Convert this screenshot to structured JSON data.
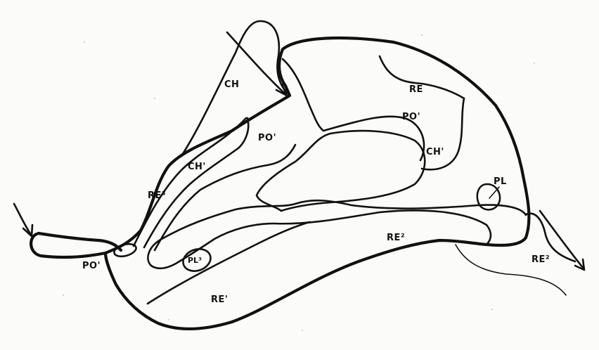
{
  "diagram": {
    "labels": {
      "ch_top": "CH",
      "re_top": "RE",
      "po1_right": "PO'",
      "po1_left": "PO'",
      "ch1_right": "CH'",
      "ch1_left": "CH'",
      "pl_right": "PL",
      "re3_left": "RE³",
      "re2_mid": "RE²",
      "re2_right": "RE²",
      "pl3": "PL³",
      "re1_bottom": "RE'",
      "po_bottom": "PO'"
    },
    "colors": {
      "ink": "#111111",
      "paper": "#fbfbfa"
    }
  }
}
